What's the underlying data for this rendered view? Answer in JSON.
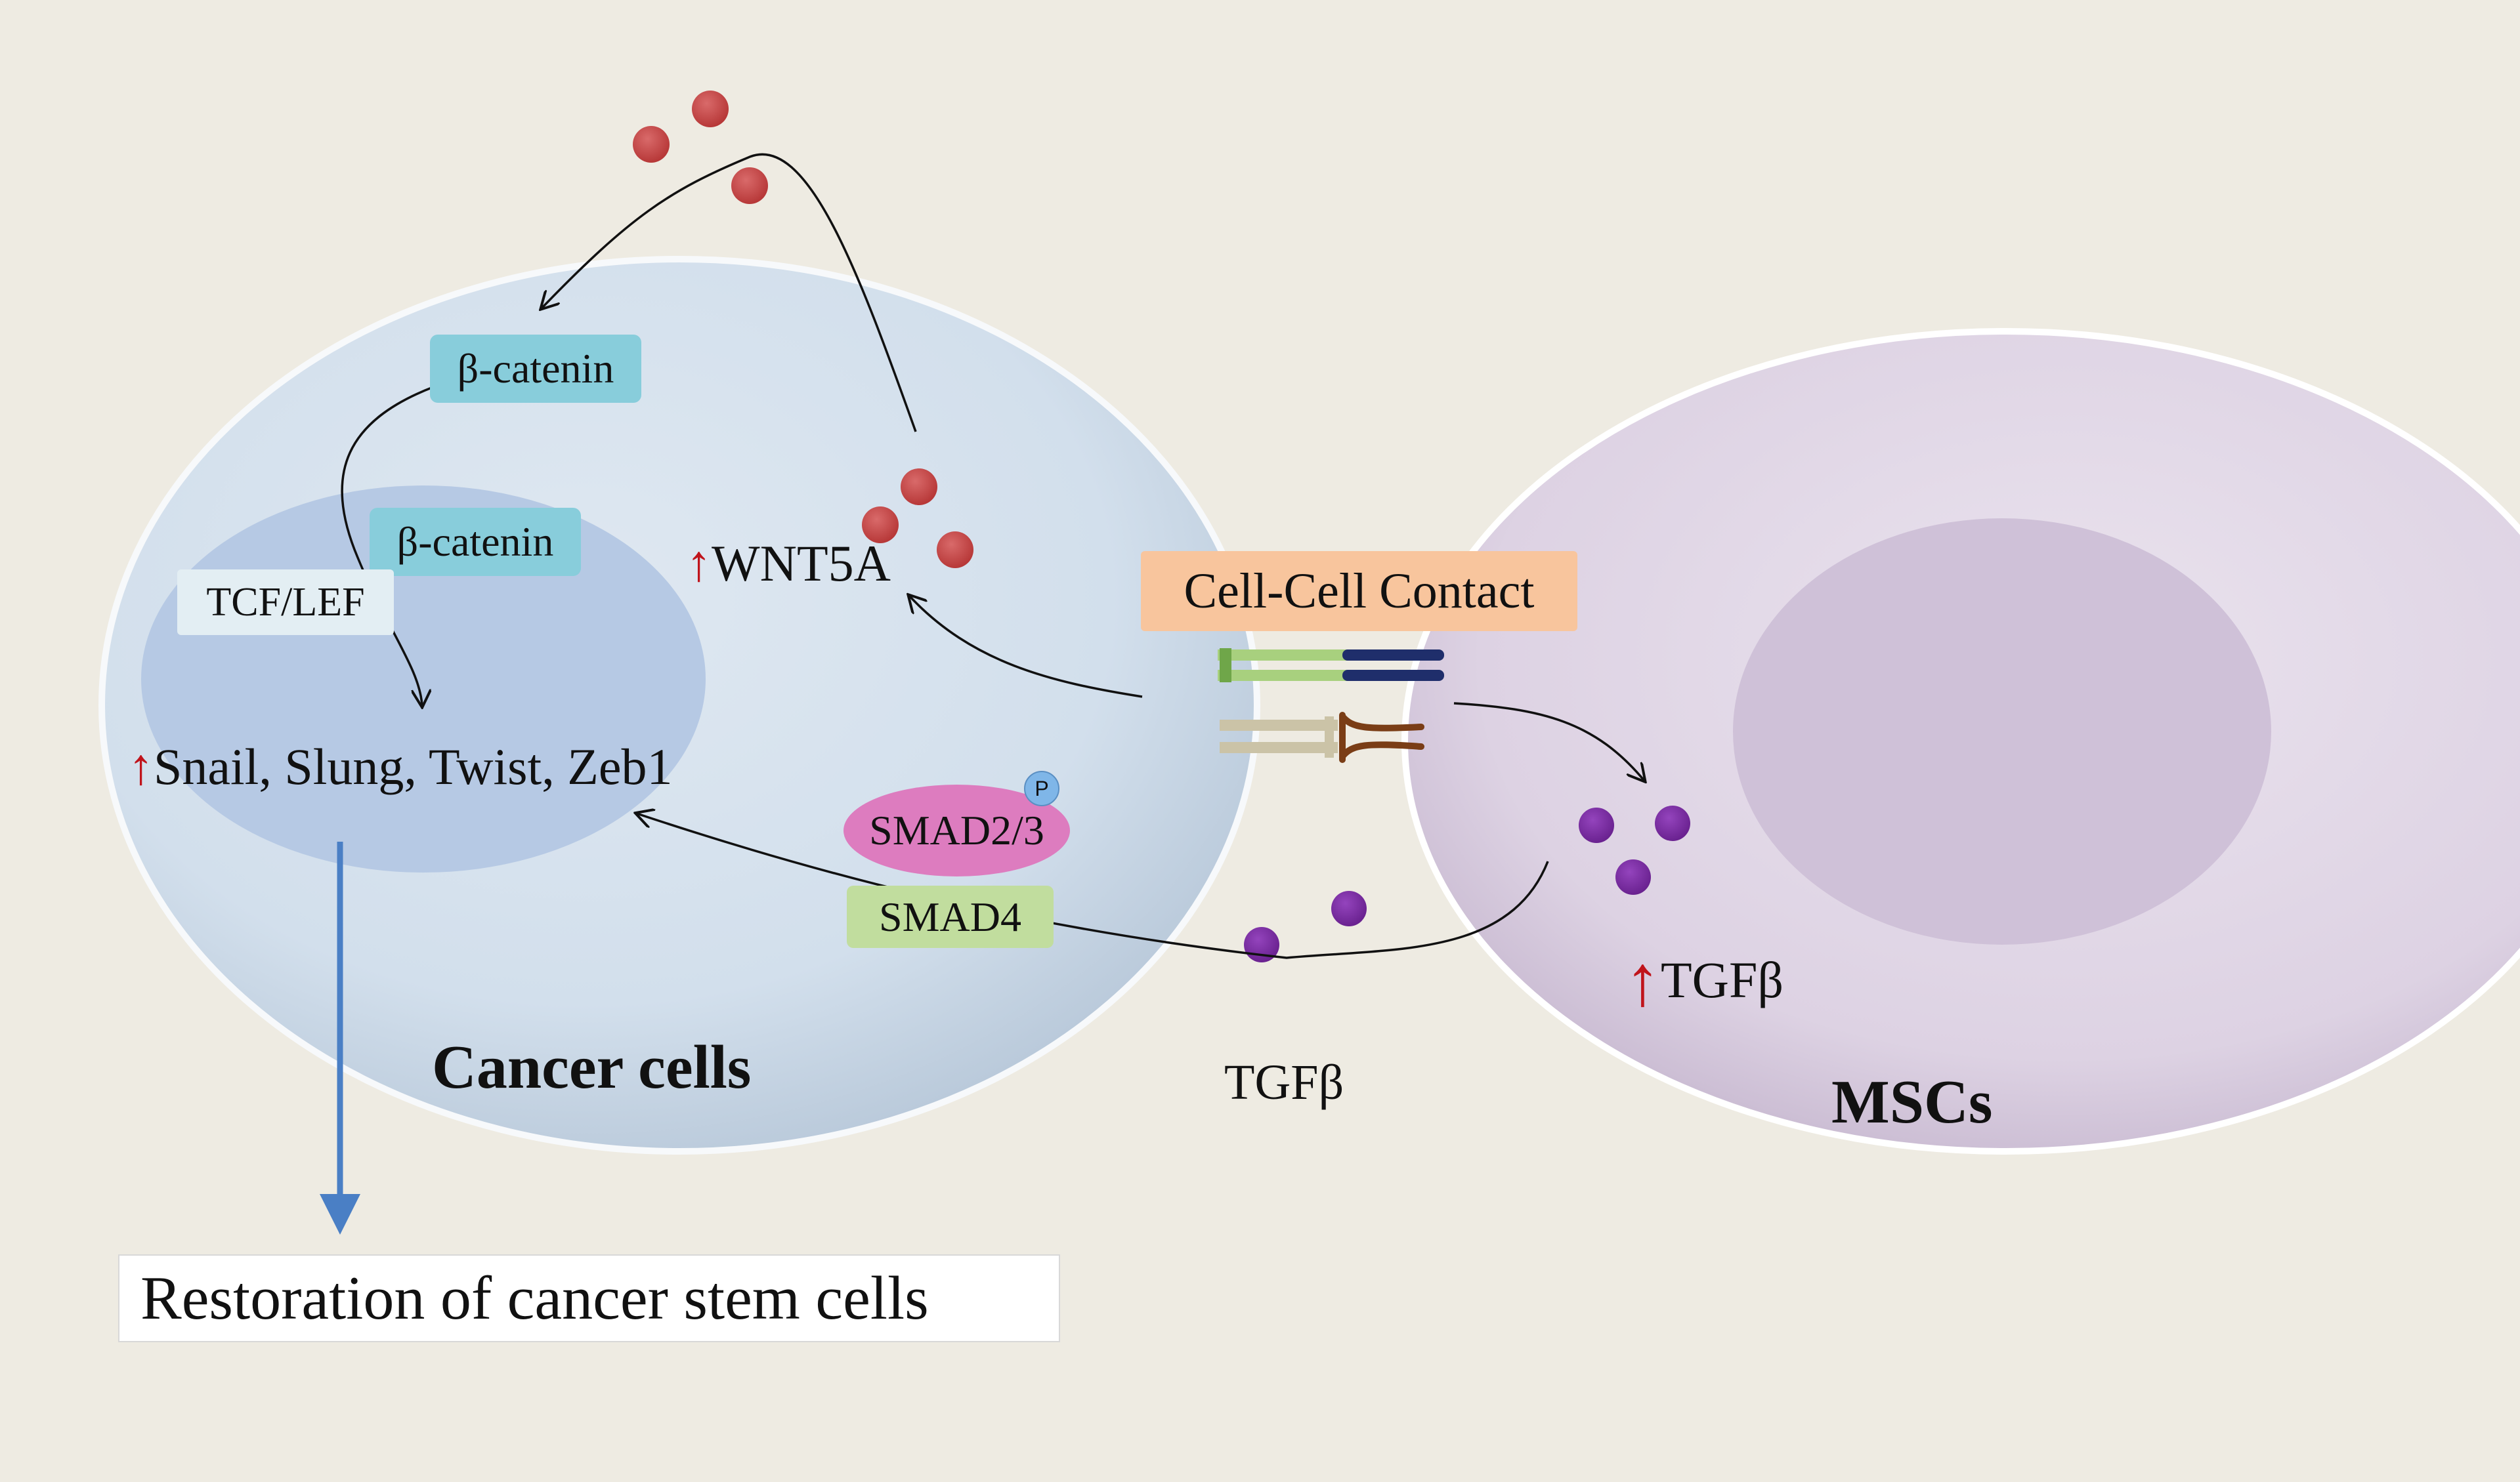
{
  "cancer_cell": {
    "label": "Cancer cells",
    "beta_catenin_cytoplasm": "β-catenin",
    "beta_catenin_nucleus": "β-catenin",
    "tcf_lef": "TCF/LEF",
    "wnt5a": "WNT5A",
    "target_genes": "Snail, Slung, Twist, Zeb1",
    "smad23": "SMAD2/3",
    "phospho": "P",
    "smad4": "SMAD4"
  },
  "msc": {
    "label": "MSCs",
    "tgfb_secreted": "TGFβ"
  },
  "contact": {
    "label": "Cell-Cell Contact"
  },
  "tgfb_extracellular": "TGFβ",
  "up_arrow": "↑",
  "outcome": "Restoration of cancer stem cells",
  "colors": {
    "background": "#eeebe2",
    "wnt5a_dot": "#c44848",
    "tgfb_dot": "#7a2c9e",
    "upregulation": "#c0141b",
    "beta_catenin_box": "#88cddb",
    "contact_box": "#f8c59d",
    "smad23": "#dd7cbf",
    "smad4": "#c1dd9e",
    "outcome_arrow": "#4a7fc5"
  }
}
